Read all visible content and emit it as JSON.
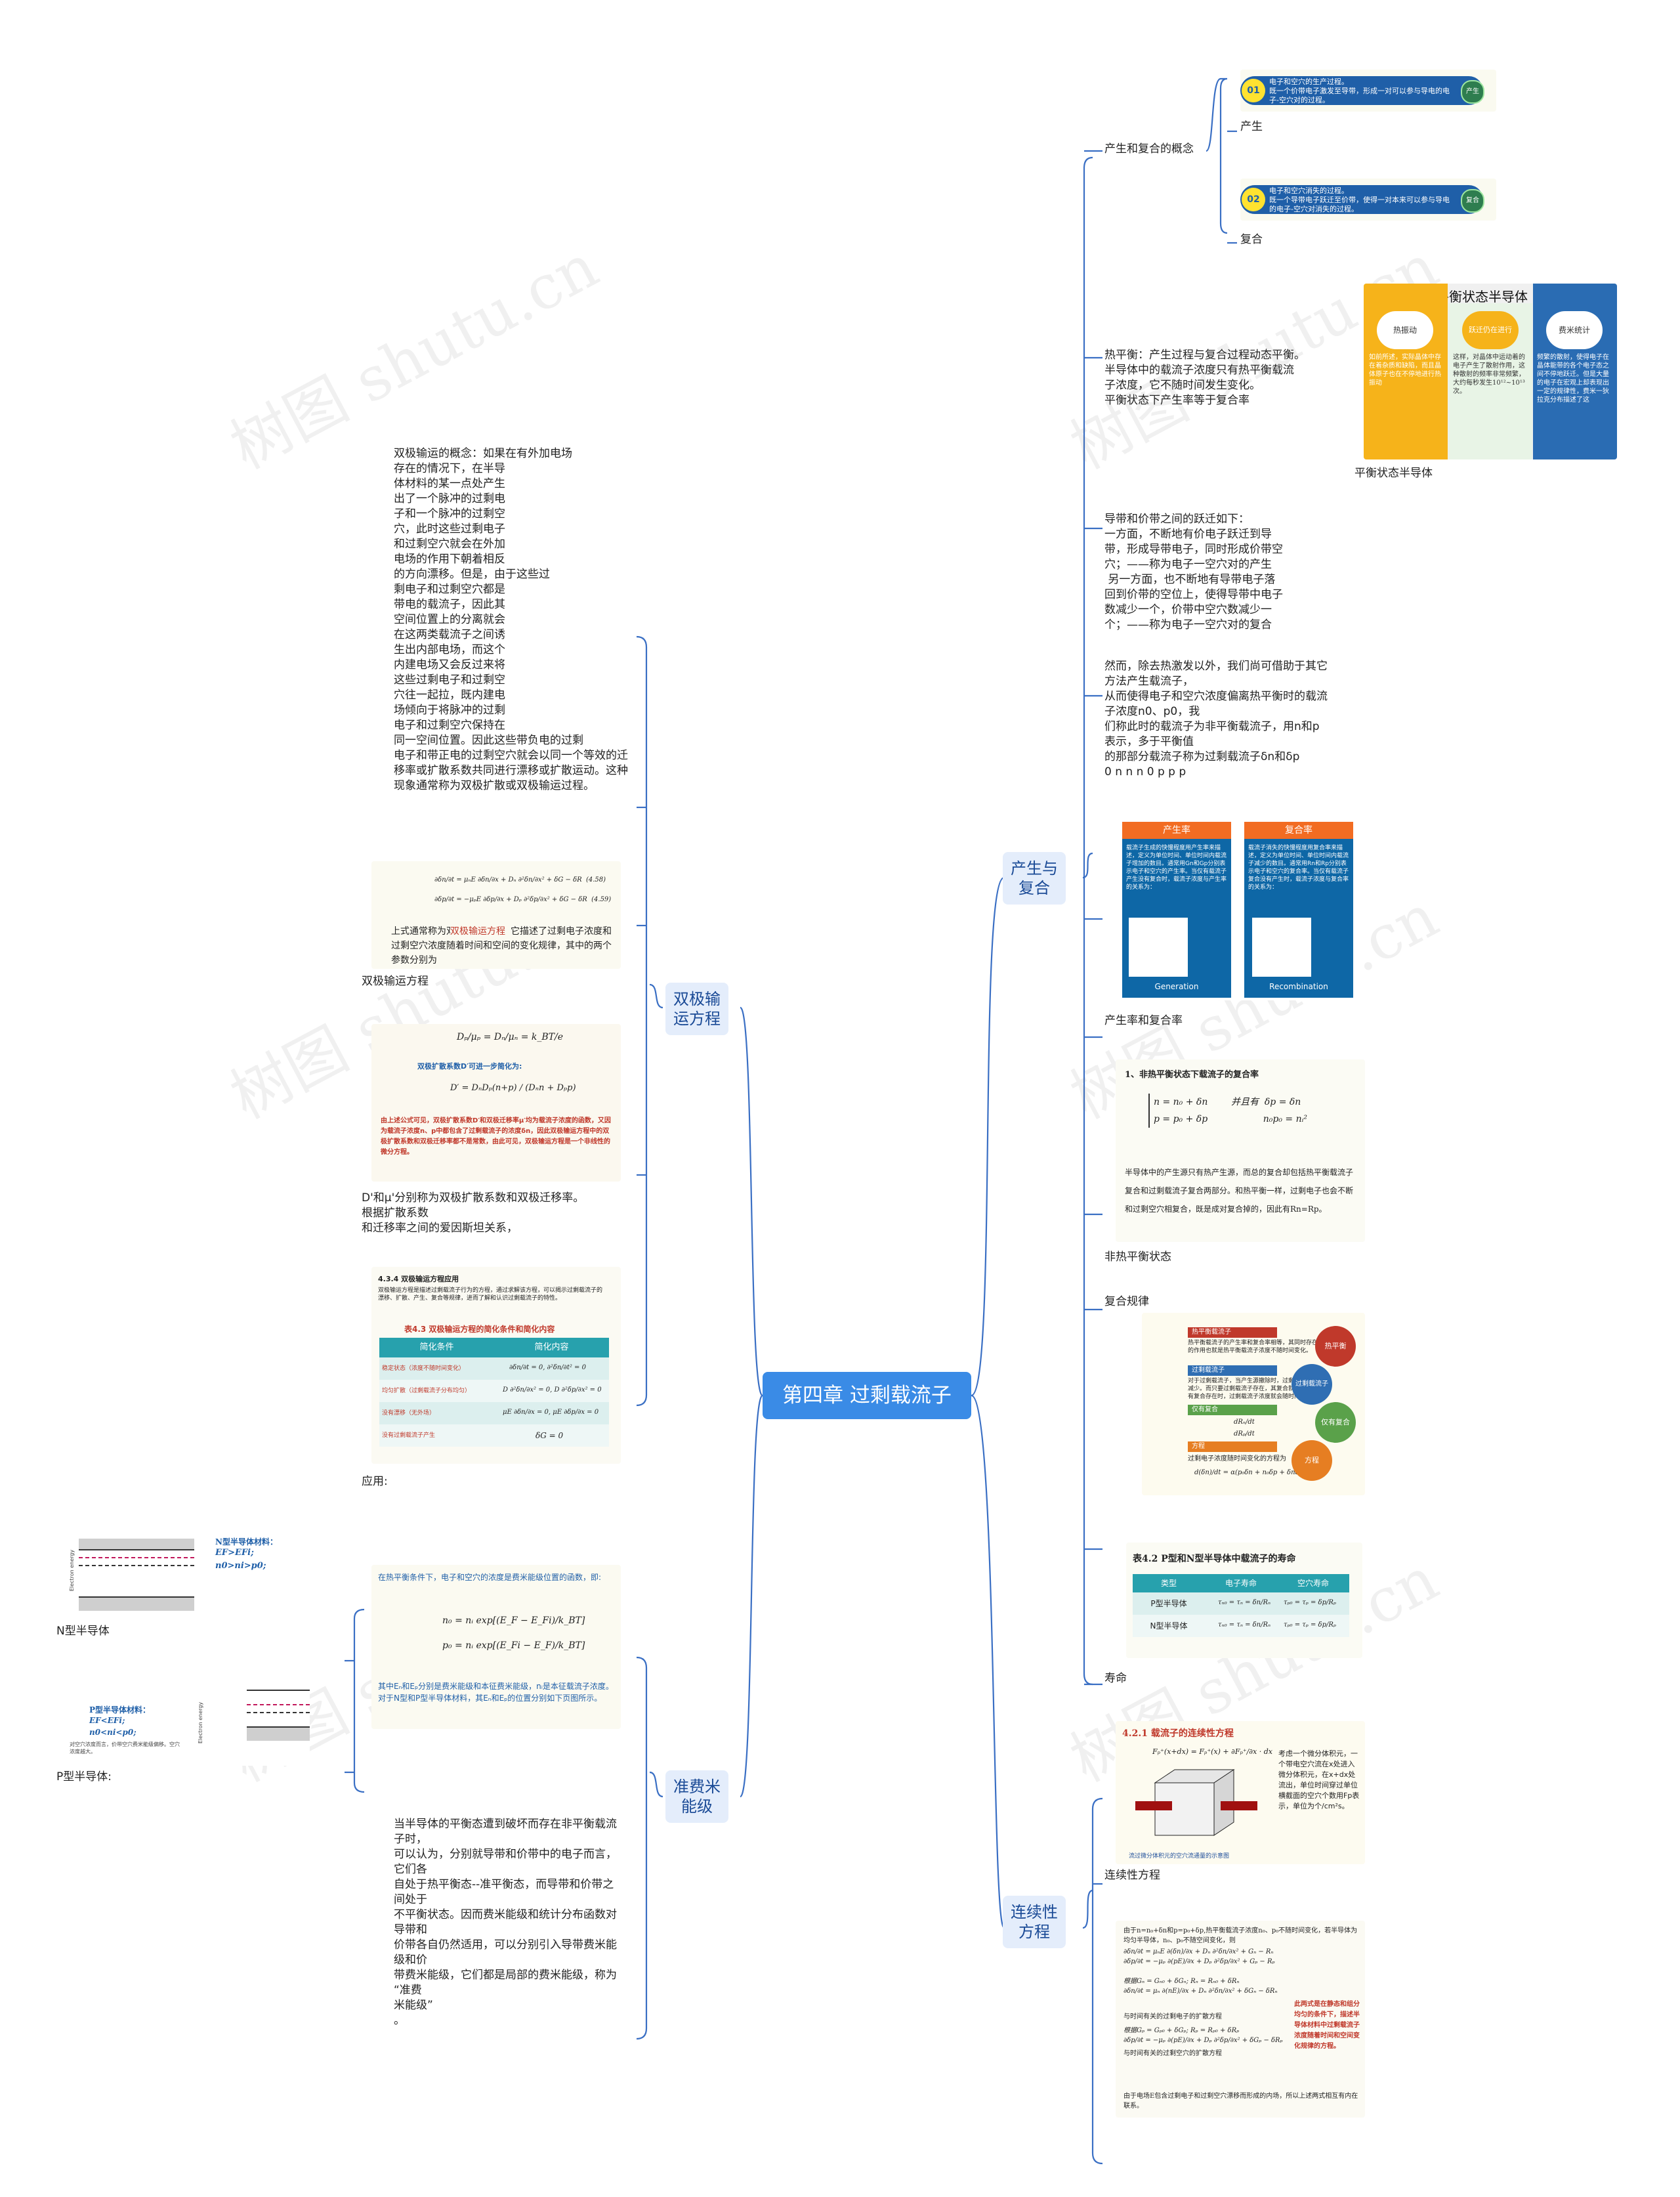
{
  "root": "第四章 过剩载流子",
  "branches": {
    "gen": "产生与\n复合",
    "bipolar": "双极输\n运方程",
    "fermi": "准费米\n能级",
    "cont": "连续性\n方程"
  },
  "watermark": "树图 shutu.cn",
  "gen_section": {
    "concept_label": "产生和复合的概念",
    "produce_label": "产生",
    "recombine_label": "复合",
    "card_gen": {
      "num": "01",
      "text": "电子和空穴的生产过程。\n既一个价带电子激发至导带，形成一对可以参与导电的电子-空穴对的过程。",
      "tag": "产生"
    },
    "card_rec": {
      "num": "02",
      "text": "电子和空穴消失的过程。\n既一个导带电子跃迁至价带，使得一对本来可以参与导电的电子-空穴对消失的过程。",
      "tag": "复合"
    },
    "equilibrium_text": "热平衡：产生过程与复合过程动态平衡。\n半导体中的载流子浓度只有热平衡载流\n子浓度，它不随时间发生变化。\n平衡状态下产生率等于复合率",
    "eq_card": {
      "title": "平衡状态半导体",
      "col1": {
        "head": "热振动",
        "body": "如前所述，实际晶体中存在着杂质和缺陷，而且晶体原子也在不停地进行热振动"
      },
      "col2": {
        "head": "跃迁仍在进行",
        "body": "这样，对晶体中运动着的电子产生了散射作用，这种散射的频率非常频繁，大约每秒发生10¹²~10¹³ 次。"
      },
      "col3": {
        "head": "费米统计",
        "body": "频繁的散射，使得电子在晶体能带的各个电子态之间不停地跃迁。但是大量的电子在宏观上却表现出一定的规律性，费米一狄拉克分布描述了这"
      }
    },
    "eq_card_label": "平衡状态半导体",
    "transition_text": "导带和价带之间的跃迁如下：\n一方面，不断地有价电子跃迁到导\n带，形成导带电子，同时形成价带空\n穴；——称为电子一空穴对的产生\n 另一方面，也不断地有导带电子落\n回到价带的空位上，使得导带中电子\n数减少一个，价带中空穴数减少一\n个；——称为电子一空穴对的复合",
    "excess_text": "然而，除去热激发以外，我们尚可借助于其它\n方法产生载流子，\n从而使得电子和空穴浓度偏离热平衡时的载流\n子浓度n0、p0，我\n们称此时的载流子为非平衡载流子，用n和p\n表示，多于平衡值\n的那部分载流子称为过剩载流子δn和δp\n0 n n n 0 p p p",
    "gr_card": {
      "gen_head": "产生率",
      "rec_head": "复合率",
      "gen_body": "载流子生成的快慢程度用产生率来描述，定义为单位时间、单位时间内载流子增加的数目。通常用Gn和Gp分别表示电子和空穴的产生率。当仅有载流子产生没有复合时，载流子浓度与产生率的关系为：",
      "rec_body": "载流子消失的快慢程度用复合率来描述，定义为单位时间、单位时间内载流子减少的数目。通常用Rn和Rp分别表示电子和空穴的复合率。当仅有载流子复合没有产生时，载流子浓度与复合率的关系为：",
      "gen_foot": "Generation",
      "rec_foot": "Recombination"
    },
    "gr_label": "产生率和复合率",
    "noneq_card": {
      "title": "1、非热平衡状态下载流子的复合率",
      "body": "半导体中的产生源只有热产生源，而总的复合却包括热平衡载流子复合和过剩载流子复合两部分。和热平衡一样，过剩电子也会不断和过剩空穴相复合，既是成对复合掉的，因此有Rn=Rp。"
    },
    "noneq_label": "非热平衡状态",
    "law_label": "复合规律",
    "law_card": {
      "h1": "热平衡载流子",
      "t1": "热平衡载流子的产生率和复合率相等，其同时存在的作用也就是热平衡载流子浓度不随时间变化。",
      "h2": "过剩载流子",
      "t2": "对于过剩载流子，当产生源撤除时，过剩载流子浓度减少。而只要过剩载流子存在，其复合就会有。每项有复合存在时，过剩载流子浓度就会随时间减少。",
      "h3": "仅有复合",
      "h4": "方程",
      "t4": "过剩电子浓度随时间变化的方程为",
      "c1": "热平衡",
      "c2": "过剩载流子",
      "c3": "仅有复合",
      "c4": "方程"
    },
    "life_label": "寿命",
    "life_card": {
      "title": "表4.2  P型和N型半导体中载流子的寿命",
      "headers": [
        "类型",
        "电子寿命",
        "空穴寿命"
      ],
      "rows": [
        [
          "P型半导体",
          "",
          ""
        ],
        [
          "N型半导体",
          "",
          ""
        ]
      ]
    }
  },
  "cont_section": {
    "label": "连续性方程",
    "card1_title": "4.2.1 载流子的连续性方程",
    "card1_side": "考虑一个微分体积元，一个带电空穴流在x处进入微分体积元，在x+dx处流出，单位时间穿过单位横截面的空穴个数用Fp表示，单位为个/cm²s。",
    "card1_caption": "流过微分体积元的空穴流通量的示意图",
    "card2_text1": "由于n=n₀+δn和p=p₀+δp,热平衡载流子浓度n₀、p₀不随时间变化，若半导体为均匀半导体，n₀、p₀不随空间变化，则",
    "card2_red": "此两式是在静态和组分均匀的条件下，描述半导体材料中过剩载流子浓度随着时间和空间变化规律的方程。",
    "card2_text2": "由于电场E包含过剩电子和过剩空穴漂移而形成的内场，所以上述两式相互有内在联系。",
    "card2_mid1": "与时间有关的过剩电子的扩散方程",
    "card2_mid2": "与时间有关的过剩空穴的扩散方程"
  },
  "bipolar_section": {
    "concept_text": "双极输运的概念：如果在有外加电场\n存在的情况下，在半导\n体材料的某一点处产生\n出了一个脉冲的过剩电\n子和一个脉冲的过剩空\n穴，此时这些过剩电子\n和过剩空穴就会在外加\n电场的作用下朝着相反\n的方向漂移。但是，由于这些过\n剩电子和过剩空穴都是\n带电的载流子，因此其\n空间位置上的分离就会\n在这两类载流子之间诱\n生出内部电场，而这个\n内建电场又会反过来将\n这些过剩电子和过剩空\n穴往一起拉，既内建电\n场倾向于将脉冲的过剩\n电子和过剩空穴保持在\n同一空间位置。因此这些带负电的过剩\n电子和带正电的过剩空穴就会以同一个等效的迁\n移率或扩散系数共同进行漂移或扩散运动。这种\n现象通常称为双极扩散或双极输运过程。",
    "eq_card_text": "上式通常称为双极输运方程，它描述了过剩电子浓度和过剩空穴浓度随着时间和空间的变化规律，其中的两个参数分别为",
    "eq_card_red": "双极输运方程",
    "eq_label": "双极输运方程",
    "d_card_blue": "双极扩散系数D′可进一步简化为:",
    "d_card_red": "由上述公式可见，双极扩散系数D′和双极迁移率μ′均为载流子浓度的函数，又因为载流子浓度n、p中都包含了过剩载流子的浓度δn，因此双极输运方程中的双极扩散系数和双极迁移率都不是常数，由此可见，双极输运方程是一个非线性的微分方程。",
    "d_text": "D'和μ'分别称为双极扩散系数和双极迁移率。\n根据扩散系数\n和迁移率之间的爱因斯坦关系，",
    "app_card": {
      "title": "4.3.4 双极输运方程应用",
      "intro": "双极输运方程是描述过剩载流子行为的方程，通过求解该方程，可以揭示过剩载流子的漂移、扩散、产生、复合等规律，进而了解和认识过剩载流子的特性。",
      "table_title": "表4.3 双极输运方程的简化条件和简化内容",
      "headers": [
        "简化条件",
        "简化内容"
      ],
      "rows": [
        "稳定状态（浓度不随时间变化）",
        "均匀扩散（过剩载流子分布均匀）",
        "没有漂移（无外场）",
        "没有过剩载流子产生"
      ]
    },
    "app_label": "应用:"
  },
  "fermi_section": {
    "card_text1": "在热平衡条件下，电子和空穴的浓度是费米能级位置的函数，即:",
    "card_text2": "其中Eₙ和Eₚ分别是费米能级和本征费米能级，nᵢ是本征载流子浓度。对于N型和P型半导体材料，其Eₙ和Eₚ的位置分别如下页图所示。",
    "n_label": "N型半导体",
    "n_card": {
      "title": "N型半导体材料：",
      "l1": "EF>EFi;",
      "l2": "n0>ni>p0;",
      "axis": "Electron energy"
    },
    "p_label": "P型半导体:",
    "p_card": {
      "title": "P型半导体材料：",
      "l1": "EF<EFi;",
      "l2": "n0<ni<p0;",
      "note": "对空穴浓度而言，价带空穴费米能级偏移。空穴浓度越大。",
      "axis": "Electron energy"
    },
    "quasi_text": "当半导体的平衡态遭到破坏而存在非平衡载流\n子时，\n可以认为，分别就导带和价带中的电子而言，\n它们各\n自处于热平衡态--准平衡态，而导带和价带之\n间处于\n不平衡状态。因而费米能级和统计分布函数对\n导带和\n价带各自仍然适用，可以分别引入导带费米能\n级和价\n带费米能级，它们都是局部的费米能级，称为\n“准费\n米能级”\n。"
  }
}
